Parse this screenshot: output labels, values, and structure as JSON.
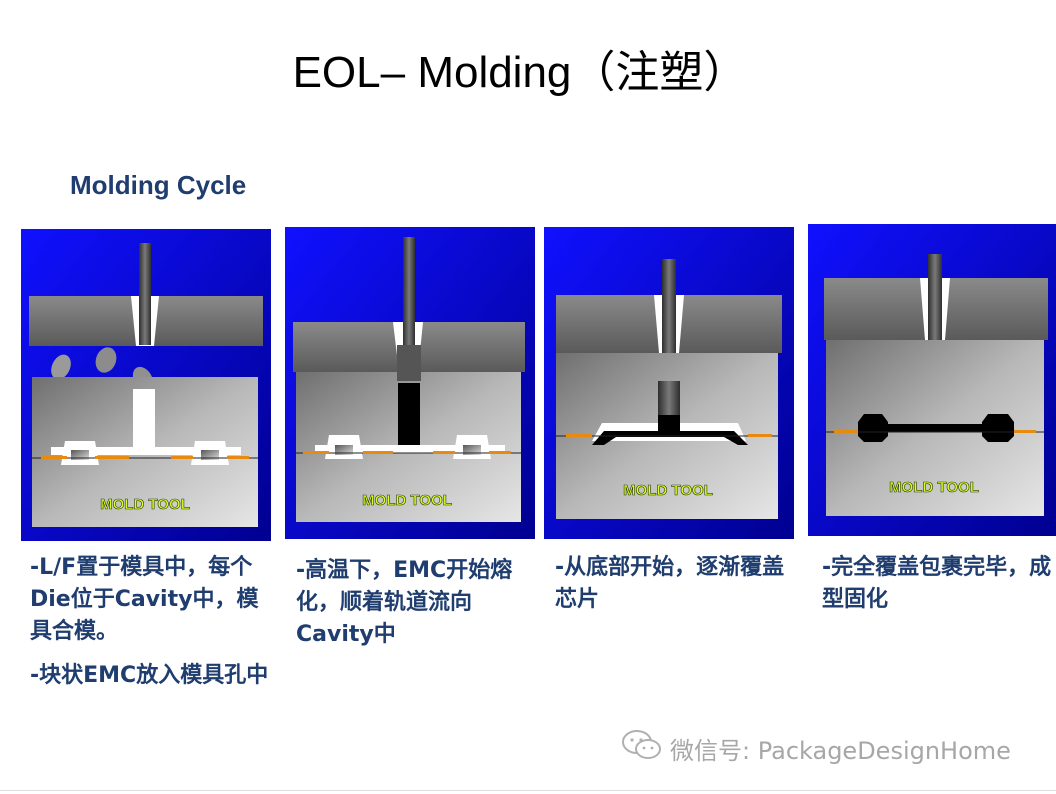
{
  "slide": {
    "title": "EOL– Molding（注塑）",
    "subtitle": "Molding Cycle",
    "panels": [
      {
        "tool_label": "MOLD TOOL",
        "captions": [
          "-L/F置于模具中，每个Die位于Cavity中，模具合模。",
          "-块状EMC放入模具孔中"
        ]
      },
      {
        "tool_label": "MOLD TOOL",
        "captions": [
          "-高温下，EMC开始熔化，顺着轨道流向Cavity中"
        ]
      },
      {
        "tool_label": "MOLD TOOL",
        "captions": [
          "-从底部开始，逐渐覆盖芯片"
        ]
      },
      {
        "tool_label": "MOLD TOOL",
        "captions": [
          "-完全覆盖包裹完毕，成型固化"
        ]
      }
    ]
  },
  "footer": {
    "wechat_text": "微信号: PackageDesignHome"
  },
  "colors": {
    "title": "#000000",
    "caption": "#1f3d6e",
    "panel_blue": "#0000e0",
    "lead_orange": "#e88a10",
    "label_yellow": "#d8ff2a",
    "footer": "#a7a7a7"
  }
}
